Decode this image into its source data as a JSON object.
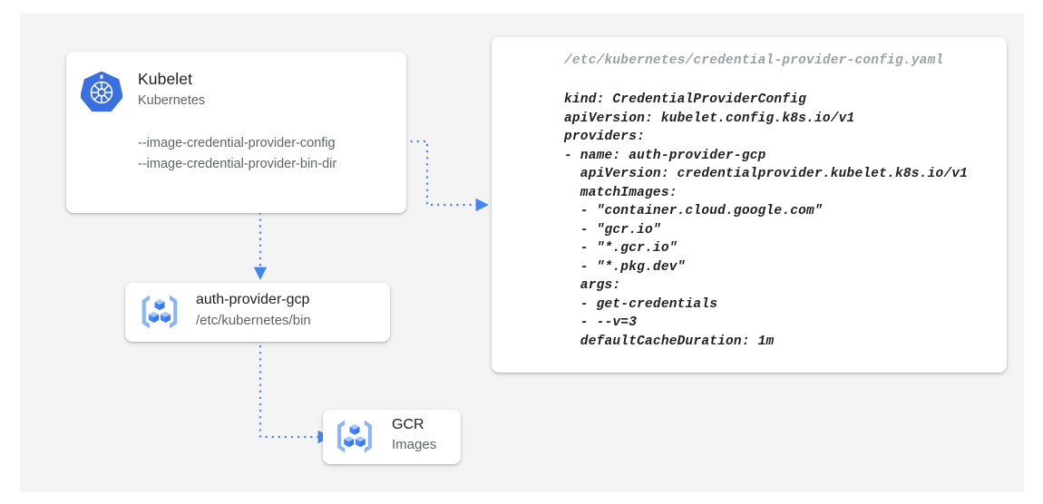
{
  "theme": {
    "background": "#ffffff",
    "panel_background": "#f4f4f4",
    "card_background": "#ffffff",
    "accent_blue": "#4285f4",
    "icon_light_blue": "#8ab4f8",
    "text_primary": "#202124",
    "text_secondary": "#5f6368",
    "text_muted": "#9aa0a6"
  },
  "kubelet_card": {
    "icon": "kubernetes-logo-icon",
    "title": "Kubelet",
    "subtitle": "Kubernetes",
    "flags": [
      "--image-credential-provider-config",
      "--image-credential-provider-bin-dir"
    ]
  },
  "auth_provider_card": {
    "icon": "container-registry-icon",
    "title": "auth-provider-gcp",
    "subtitle": "/etc/kubernetes/bin"
  },
  "gcr_card": {
    "icon": "container-registry-icon",
    "title": "GCR",
    "subtitle": "Images"
  },
  "yaml_card": {
    "filename": "/etc/kubernetes/credential-provider-config.yaml",
    "lines": [
      "kind: CredentialProviderConfig",
      "apiVersion: kubelet.config.k8s.io/v1",
      "providers:",
      "- name: auth-provider-gcp",
      "  apiVersion: credentialprovider.kubelet.k8s.io/v1",
      "  matchImages:",
      "  - \"container.cloud.google.com\"",
      "  - \"gcr.io\"",
      "  - \"*.gcr.io\"",
      "  - \"*.pkg.dev\"",
      "  args:",
      "  - get-credentials",
      "  - --v=3",
      "  defaultCacheDuration: 1m"
    ]
  },
  "connectors": [
    {
      "name": "kubelet-config-flag-to-yaml",
      "from": "kubelet-card",
      "to": "yaml-card",
      "style": "dotted",
      "color": "#4285f4"
    },
    {
      "name": "kubelet-to-auth-provider",
      "from": "kubelet-card",
      "to": "auth-provider-card",
      "style": "dotted",
      "color": "#4285f4"
    },
    {
      "name": "auth-provider-to-gcr",
      "from": "auth-provider-card",
      "to": "gcr-card",
      "style": "dotted",
      "color": "#4285f4"
    }
  ]
}
